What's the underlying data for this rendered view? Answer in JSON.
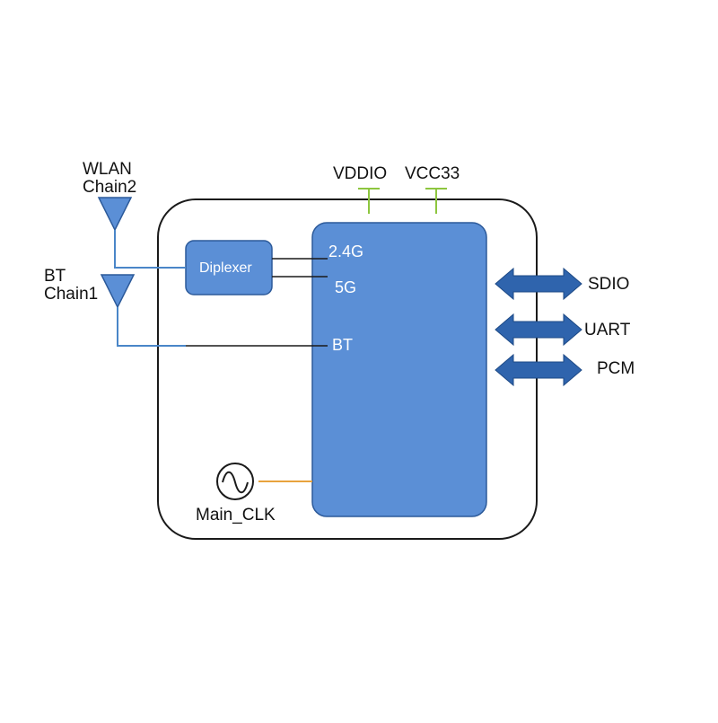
{
  "antennas": {
    "wlan": {
      "line1": "WLAN",
      "line2": "Chain2"
    },
    "bt": {
      "line1": "BT",
      "line2": "Chain1"
    }
  },
  "power": {
    "vddio": "VDDIO",
    "vcc33": "VCC33"
  },
  "diplexer": {
    "label": "Diplexer"
  },
  "chip": {
    "port_24g": "2.4G",
    "port_5g": "5G",
    "port_bt": "BT"
  },
  "interfaces": {
    "sdio": "SDIO",
    "uart": "UART",
    "pcm": "PCM"
  },
  "clock": {
    "label": "Main_CLK"
  },
  "colors": {
    "block_fill": "#5b8fd6",
    "block_stroke": "#2c5a9a",
    "antenna_line": "#4a86c8",
    "arrow_fill": "#2f64ad",
    "power_tick": "#8dc63f",
    "clock_line": "#e8a33d",
    "outline": "#1a1a1a"
  }
}
